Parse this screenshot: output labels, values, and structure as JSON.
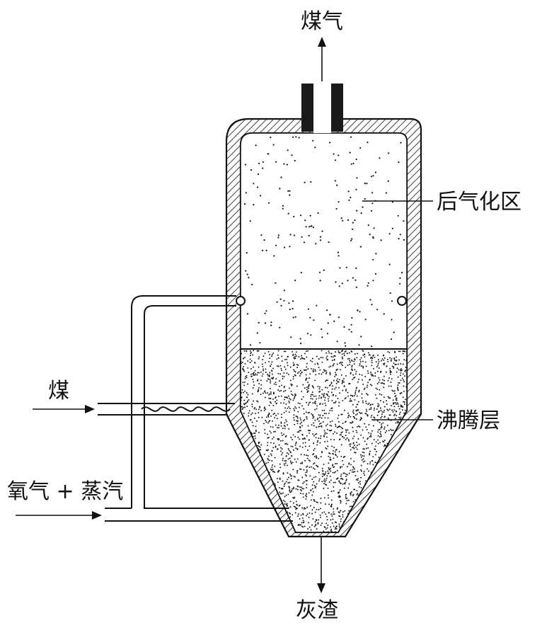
{
  "labels": {
    "top_outlet": "煤气",
    "upper_zone": "后气化区",
    "coal_feed": "煤",
    "fluidized_bed": "沸腾层",
    "gas_feed": "氧气 + 蒸汽",
    "ash_outlet": "灰渣"
  },
  "colors": {
    "line": "#111111",
    "background": "#ffffff"
  }
}
